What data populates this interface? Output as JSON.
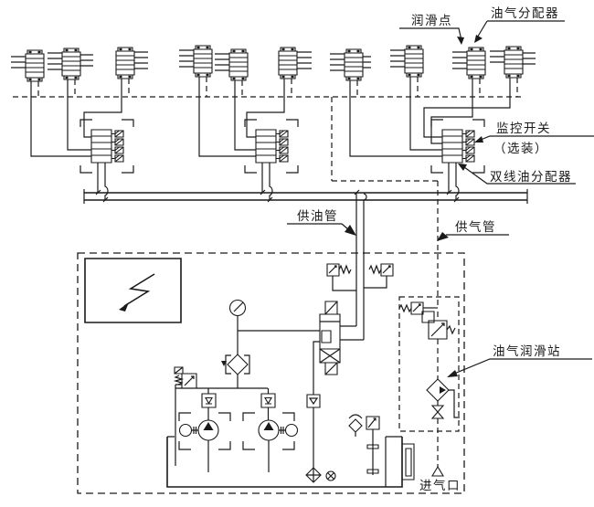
{
  "diagram": {
    "title_hint": "dual-line oil-air lubrication system schematic",
    "labels": {
      "lube_point": "润滑点",
      "oil_air_distributor": "油气分配器",
      "monitor_switch": "监控开关",
      "optional": "（选装）",
      "dual_line_distributor": "双线油分配器",
      "oil_supply_pipe": "供油管",
      "air_supply_pipe": "供气管",
      "oil_air_station": "油气润滑站",
      "air_inlet": "进气口"
    }
  },
  "colors": {
    "line": "#1a1a1a",
    "background": "#ffffff"
  }
}
